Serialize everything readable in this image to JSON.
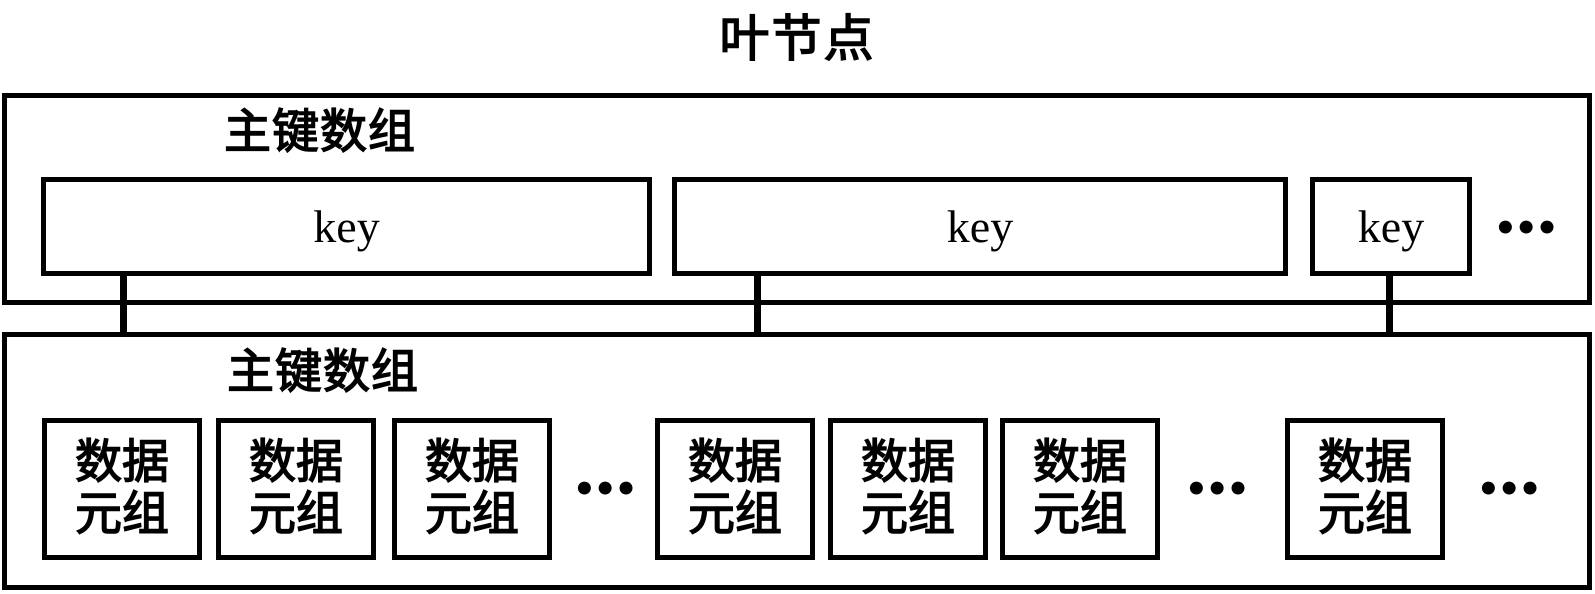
{
  "diagram": {
    "title": "叶节点",
    "key_array": {
      "label": "主键数组",
      "cells": [
        {
          "text": "key"
        },
        {
          "text": "key"
        },
        {
          "text": "key"
        }
      ],
      "ellipsis": "•••"
    },
    "tuple_array": {
      "label": "主键数组",
      "cells": [
        {
          "line1": "数据",
          "line2": "元组"
        },
        {
          "line1": "数据",
          "line2": "元组"
        },
        {
          "line1": "数据",
          "line2": "元组"
        },
        {
          "line1": "数据",
          "line2": "元组"
        },
        {
          "line1": "数据",
          "line2": "元组"
        },
        {
          "line1": "数据",
          "line2": "元组"
        },
        {
          "line1": "数据",
          "line2": "元组"
        }
      ],
      "ellipses": [
        "•••",
        "•••",
        "•••"
      ]
    },
    "arrows": [
      {
        "name": "key-0-to-tuple-0"
      },
      {
        "name": "key-1-to-tuple-3"
      },
      {
        "name": "key-2-to-tuple-6"
      }
    ],
    "colors": {
      "stroke": "#000000",
      "background": "#ffffff"
    }
  }
}
